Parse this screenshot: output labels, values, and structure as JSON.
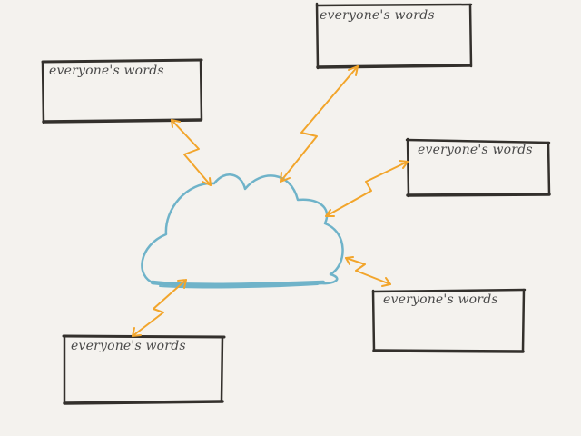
{
  "colors": {
    "background": "#f4f2ee",
    "box_stroke": "#33302c",
    "cloud_stroke": "#6fb3c9",
    "arrow_stroke": "#f2a52b",
    "text": "#4a4a4a"
  },
  "icons": {
    "center": "cloud-icon",
    "connectors": "lightning-arrow-icon"
  },
  "boxes": [
    {
      "id": "top-left",
      "label": "everyone's words"
    },
    {
      "id": "top-center",
      "label": "everyone's words"
    },
    {
      "id": "right-upper",
      "label": "everyone's words"
    },
    {
      "id": "right-lower",
      "label": "everyone's words"
    },
    {
      "id": "bottom-left",
      "label": "everyone's words"
    }
  ]
}
